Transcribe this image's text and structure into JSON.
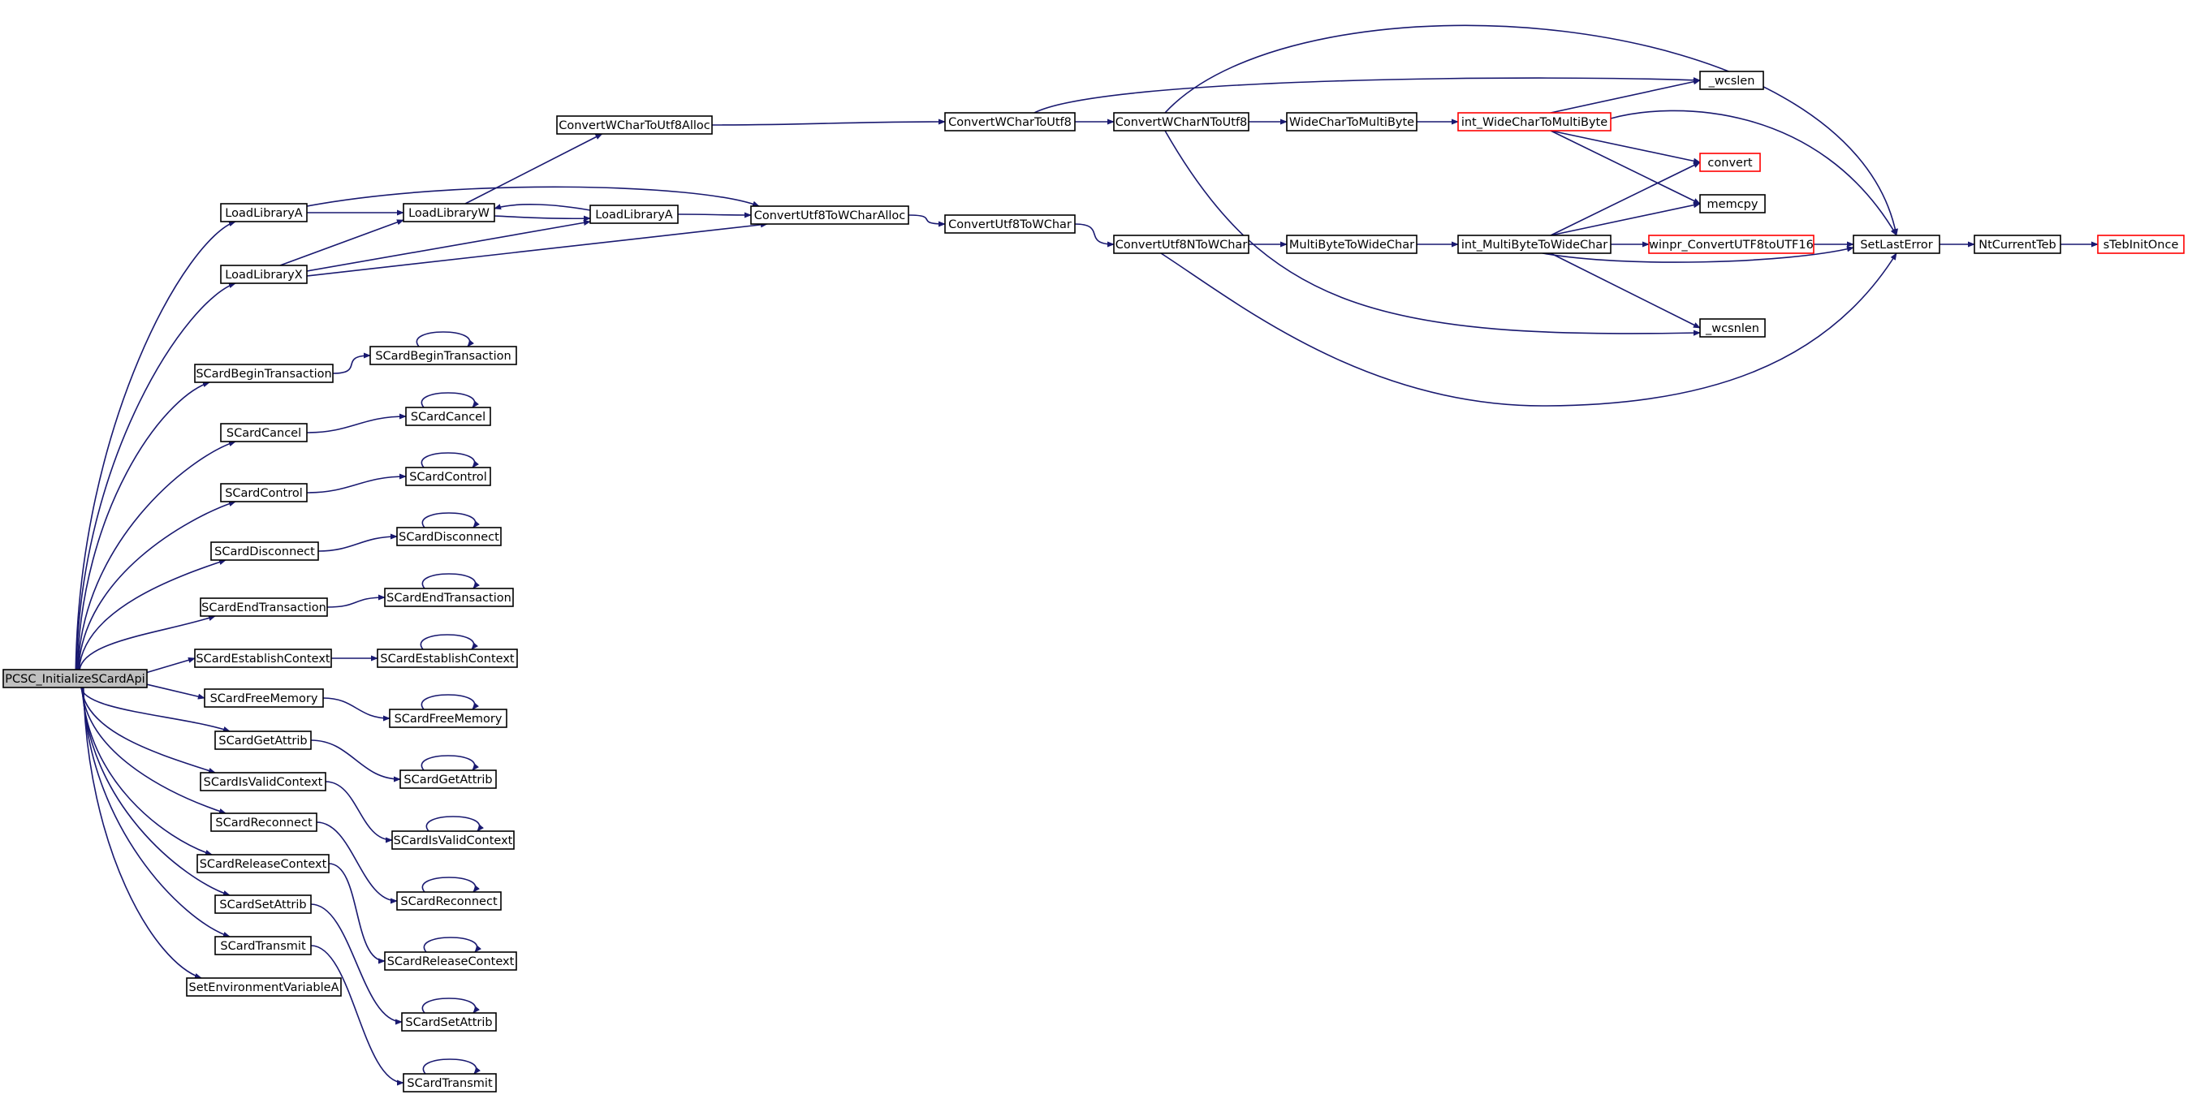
{
  "colors": {
    "edge": "#191970",
    "node_border": "#000000",
    "truncated_border": "#ff0000",
    "root_fill": "#bfbfbf",
    "node_fill": "#ffffff"
  },
  "nodes": [
    {
      "id": "PCSC_InitializeSCardApi",
      "label": "PCSC_InitializeSCardApi",
      "style": "root"
    },
    {
      "id": "LoadLibraryA_1",
      "label": "LoadLibraryA"
    },
    {
      "id": "LoadLibraryX",
      "label": "LoadLibraryX"
    },
    {
      "id": "LoadLibraryW",
      "label": "LoadLibraryW"
    },
    {
      "id": "LoadLibraryA_2",
      "label": "LoadLibraryA"
    },
    {
      "id": "ConvertWCharToUtf8Alloc",
      "label": "ConvertWCharToUtf8Alloc"
    },
    {
      "id": "ConvertUtf8ToWCharAlloc",
      "label": "ConvertUtf8ToWCharAlloc"
    },
    {
      "id": "ConvertWCharToUtf8",
      "label": "ConvertWCharToUtf8"
    },
    {
      "id": "ConvertUtf8ToWChar",
      "label": "ConvertUtf8ToWChar"
    },
    {
      "id": "ConvertWCharNToUtf8",
      "label": "ConvertWCharNToUtf8"
    },
    {
      "id": "ConvertUtf8NToWChar",
      "label": "ConvertUtf8NToWChar"
    },
    {
      "id": "WideCharToMultiByte",
      "label": "WideCharToMultiByte"
    },
    {
      "id": "MultiByteToWideChar",
      "label": "MultiByteToWideChar"
    },
    {
      "id": "int_WideCharToMultiByte",
      "label": "int_WideCharToMultiByte",
      "style": "truncated"
    },
    {
      "id": "int_MultiByteToWideChar",
      "label": "int_MultiByteToWideChar"
    },
    {
      "id": "winpr_ConvertUTF8toUTF16",
      "label": "winpr_ConvertUTF8toUTF16",
      "style": "truncated"
    },
    {
      "id": "_wcslen",
      "label": "_wcslen"
    },
    {
      "id": "convert",
      "label": "convert",
      "style": "truncated"
    },
    {
      "id": "memcpy",
      "label": "memcpy"
    },
    {
      "id": "_wcsnlen",
      "label": "_wcsnlen"
    },
    {
      "id": "SetLastError",
      "label": "SetLastError"
    },
    {
      "id": "NtCurrentTeb",
      "label": "NtCurrentTeb"
    },
    {
      "id": "sTebInitOnce",
      "label": "sTebInitOnce",
      "style": "truncated"
    },
    {
      "id": "SCardBeginTransaction_1",
      "label": "SCardBeginTransaction"
    },
    {
      "id": "SCardBeginTransaction_2",
      "label": "SCardBeginTransaction"
    },
    {
      "id": "SCardCancel_1",
      "label": "SCardCancel"
    },
    {
      "id": "SCardCancel_2",
      "label": "SCardCancel"
    },
    {
      "id": "SCardControl_1",
      "label": "SCardControl"
    },
    {
      "id": "SCardControl_2",
      "label": "SCardControl"
    },
    {
      "id": "SCardDisconnect_1",
      "label": "SCardDisconnect"
    },
    {
      "id": "SCardDisconnect_2",
      "label": "SCardDisconnect"
    },
    {
      "id": "SCardEndTransaction_1",
      "label": "SCardEndTransaction"
    },
    {
      "id": "SCardEndTransaction_2",
      "label": "SCardEndTransaction"
    },
    {
      "id": "SCardEstablishContext_1",
      "label": "SCardEstablishContext"
    },
    {
      "id": "SCardEstablishContext_2",
      "label": "SCardEstablishContext"
    },
    {
      "id": "SCardFreeMemory_1",
      "label": "SCardFreeMemory"
    },
    {
      "id": "SCardFreeMemory_2",
      "label": "SCardFreeMemory"
    },
    {
      "id": "SCardGetAttrib_1",
      "label": "SCardGetAttrib"
    },
    {
      "id": "SCardGetAttrib_2",
      "label": "SCardGetAttrib"
    },
    {
      "id": "SCardIsValidContext_1",
      "label": "SCardIsValidContext"
    },
    {
      "id": "SCardIsValidContext_2",
      "label": "SCardIsValidContext"
    },
    {
      "id": "SCardReconnect_1",
      "label": "SCardReconnect"
    },
    {
      "id": "SCardReconnect_2",
      "label": "SCardReconnect"
    },
    {
      "id": "SCardReleaseContext_1",
      "label": "SCardReleaseContext"
    },
    {
      "id": "SCardReleaseContext_2",
      "label": "SCardReleaseContext"
    },
    {
      "id": "SCardSetAttrib_1",
      "label": "SCardSetAttrib"
    },
    {
      "id": "SCardSetAttrib_2",
      "label": "SCardSetAttrib"
    },
    {
      "id": "SCardTransmit_1",
      "label": "SCardTransmit"
    },
    {
      "id": "SCardTransmit_2",
      "label": "SCardTransmit"
    },
    {
      "id": "SetEnvironmentVariableA",
      "label": "SetEnvironmentVariableA"
    }
  ],
  "edges": [
    {
      "from": "PCSC_InitializeSCardApi",
      "to": "LoadLibraryA_1"
    },
    {
      "from": "PCSC_InitializeSCardApi",
      "to": "LoadLibraryX"
    },
    {
      "from": "PCSC_InitializeSCardApi",
      "to": "SCardBeginTransaction_1"
    },
    {
      "from": "PCSC_InitializeSCardApi",
      "to": "SCardCancel_1"
    },
    {
      "from": "PCSC_InitializeSCardApi",
      "to": "SCardControl_1"
    },
    {
      "from": "PCSC_InitializeSCardApi",
      "to": "SCardDisconnect_1"
    },
    {
      "from": "PCSC_InitializeSCardApi",
      "to": "SCardEndTransaction_1"
    },
    {
      "from": "PCSC_InitializeSCardApi",
      "to": "SCardEstablishContext_1"
    },
    {
      "from": "PCSC_InitializeSCardApi",
      "to": "SCardFreeMemory_1"
    },
    {
      "from": "PCSC_InitializeSCardApi",
      "to": "SCardGetAttrib_1"
    },
    {
      "from": "PCSC_InitializeSCardApi",
      "to": "SCardIsValidContext_1"
    },
    {
      "from": "PCSC_InitializeSCardApi",
      "to": "SCardReconnect_1"
    },
    {
      "from": "PCSC_InitializeSCardApi",
      "to": "SCardReleaseContext_1"
    },
    {
      "from": "PCSC_InitializeSCardApi",
      "to": "SCardSetAttrib_1"
    },
    {
      "from": "PCSC_InitializeSCardApi",
      "to": "SCardTransmit_1"
    },
    {
      "from": "PCSC_InitializeSCardApi",
      "to": "SetEnvironmentVariableA"
    },
    {
      "from": "LoadLibraryA_1",
      "to": "LoadLibraryW"
    },
    {
      "from": "LoadLibraryA_1",
      "to": "ConvertUtf8ToWCharAlloc"
    },
    {
      "from": "LoadLibraryX",
      "to": "LoadLibraryW"
    },
    {
      "from": "LoadLibraryX",
      "to": "LoadLibraryA_2"
    },
    {
      "from": "LoadLibraryX",
      "to": "ConvertUtf8ToWCharAlloc"
    },
    {
      "from": "LoadLibraryW",
      "to": "LoadLibraryA_2"
    },
    {
      "from": "LoadLibraryW",
      "to": "ConvertWCharToUtf8Alloc"
    },
    {
      "from": "LoadLibraryA_2",
      "to": "LoadLibraryW"
    },
    {
      "from": "LoadLibraryA_2",
      "to": "ConvertUtf8ToWCharAlloc"
    },
    {
      "from": "ConvertWCharToUtf8Alloc",
      "to": "ConvertWCharToUtf8"
    },
    {
      "from": "ConvertUtf8ToWCharAlloc",
      "to": "ConvertUtf8ToWChar"
    },
    {
      "from": "ConvertWCharToUtf8",
      "to": "ConvertWCharNToUtf8"
    },
    {
      "from": "ConvertWCharToUtf8",
      "to": "_wcslen"
    },
    {
      "from": "ConvertUtf8ToWChar",
      "to": "ConvertUtf8NToWChar"
    },
    {
      "from": "ConvertWCharNToUtf8",
      "to": "WideCharToMultiByte"
    },
    {
      "from": "ConvertWCharNToUtf8",
      "to": "SetLastError"
    },
    {
      "from": "ConvertWCharNToUtf8",
      "to": "_wcsnlen"
    },
    {
      "from": "ConvertUtf8NToWChar",
      "to": "MultiByteToWideChar"
    },
    {
      "from": "ConvertUtf8NToWChar",
      "to": "SetLastError"
    },
    {
      "from": "WideCharToMultiByte",
      "to": "int_WideCharToMultiByte"
    },
    {
      "from": "MultiByteToWideChar",
      "to": "int_MultiByteToWideChar"
    },
    {
      "from": "int_WideCharToMultiByte",
      "to": "_wcslen"
    },
    {
      "from": "int_WideCharToMultiByte",
      "to": "convert"
    },
    {
      "from": "int_WideCharToMultiByte",
      "to": "memcpy"
    },
    {
      "from": "int_WideCharToMultiByte",
      "to": "SetLastError"
    },
    {
      "from": "int_MultiByteToWideChar",
      "to": "convert"
    },
    {
      "from": "int_MultiByteToWideChar",
      "to": "memcpy"
    },
    {
      "from": "int_MultiByteToWideChar",
      "to": "winpr_ConvertUTF8toUTF16"
    },
    {
      "from": "int_MultiByteToWideChar",
      "to": "SetLastError"
    },
    {
      "from": "int_MultiByteToWideChar",
      "to": "_wcsnlen"
    },
    {
      "from": "winpr_ConvertUTF8toUTF16",
      "to": "SetLastError"
    },
    {
      "from": "SetLastError",
      "to": "NtCurrentTeb"
    },
    {
      "from": "NtCurrentTeb",
      "to": "sTebInitOnce"
    },
    {
      "from": "SCardBeginTransaction_1",
      "to": "SCardBeginTransaction_2"
    },
    {
      "from": "SCardBeginTransaction_2",
      "to": "SCardBeginTransaction_2"
    },
    {
      "from": "SCardCancel_1",
      "to": "SCardCancel_2"
    },
    {
      "from": "SCardCancel_2",
      "to": "SCardCancel_2"
    },
    {
      "from": "SCardControl_1",
      "to": "SCardControl_2"
    },
    {
      "from": "SCardControl_2",
      "to": "SCardControl_2"
    },
    {
      "from": "SCardDisconnect_1",
      "to": "SCardDisconnect_2"
    },
    {
      "from": "SCardDisconnect_2",
      "to": "SCardDisconnect_2"
    },
    {
      "from": "SCardEndTransaction_1",
      "to": "SCardEndTransaction_2"
    },
    {
      "from": "SCardEndTransaction_2",
      "to": "SCardEndTransaction_2"
    },
    {
      "from": "SCardEstablishContext_1",
      "to": "SCardEstablishContext_2"
    },
    {
      "from": "SCardEstablishContext_2",
      "to": "SCardEstablishContext_2"
    },
    {
      "from": "SCardFreeMemory_1",
      "to": "SCardFreeMemory_2"
    },
    {
      "from": "SCardFreeMemory_2",
      "to": "SCardFreeMemory_2"
    },
    {
      "from": "SCardGetAttrib_1",
      "to": "SCardGetAttrib_2"
    },
    {
      "from": "SCardGetAttrib_2",
      "to": "SCardGetAttrib_2"
    },
    {
      "from": "SCardIsValidContext_1",
      "to": "SCardIsValidContext_2"
    },
    {
      "from": "SCardIsValidContext_2",
      "to": "SCardIsValidContext_2"
    },
    {
      "from": "SCardReconnect_1",
      "to": "SCardReconnect_2"
    },
    {
      "from": "SCardReconnect_2",
      "to": "SCardReconnect_2"
    },
    {
      "from": "SCardReleaseContext_1",
      "to": "SCardReleaseContext_2"
    },
    {
      "from": "SCardReleaseContext_2",
      "to": "SCardReleaseContext_2"
    },
    {
      "from": "SCardSetAttrib_1",
      "to": "SCardSetAttrib_2"
    },
    {
      "from": "SCardSetAttrib_2",
      "to": "SCardSetAttrib_2"
    },
    {
      "from": "SCardTransmit_1",
      "to": "SCardTransmit_2"
    },
    {
      "from": "SCardTransmit_2",
      "to": "SCardTransmit_2"
    }
  ]
}
